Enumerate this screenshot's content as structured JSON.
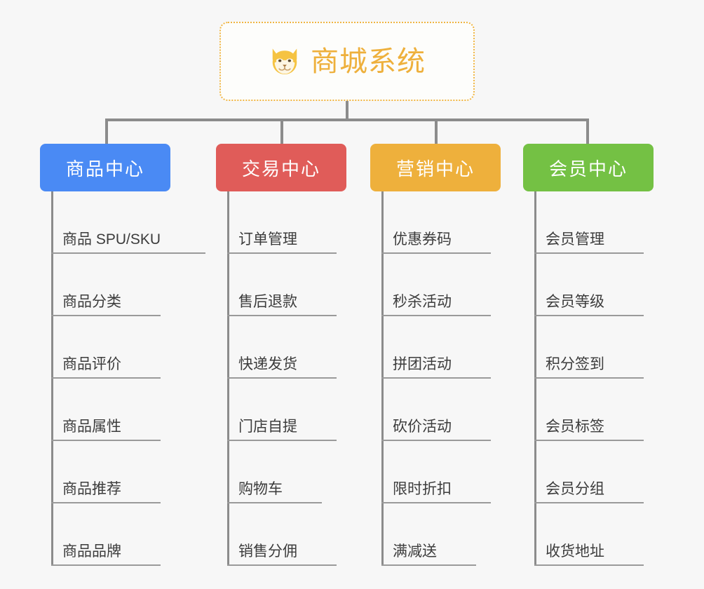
{
  "root": {
    "title": "商城系统",
    "icon": "shiba-dog-face-icon",
    "accent_color": "#eeb03c",
    "border_style": "dotted"
  },
  "canvas": {
    "background_color": "#f7f7f7",
    "connector_color": "#8c8c8c"
  },
  "columns": [
    {
      "title": "商品中心",
      "color": "#4a8af4",
      "items": [
        "商品 SPU/SKU",
        "商品分类",
        "商品评价",
        "商品属性",
        "商品推荐",
        "商品品牌"
      ]
    },
    {
      "title": "交易中心",
      "color": "#e05c59",
      "items": [
        "订单管理",
        "售后退款",
        "快递发货",
        "门店自提",
        "购物车",
        "销售分佣"
      ]
    },
    {
      "title": "营销中心",
      "color": "#eeb03c",
      "items": [
        "优惠券码",
        "秒杀活动",
        "拼团活动",
        "砍价活动",
        "限时折扣",
        "满减送"
      ]
    },
    {
      "title": "会员中心",
      "color": "#74c144",
      "items": [
        "会员管理",
        "会员等级",
        "积分签到",
        "会员标签",
        "会员分组",
        "收货地址"
      ]
    }
  ]
}
